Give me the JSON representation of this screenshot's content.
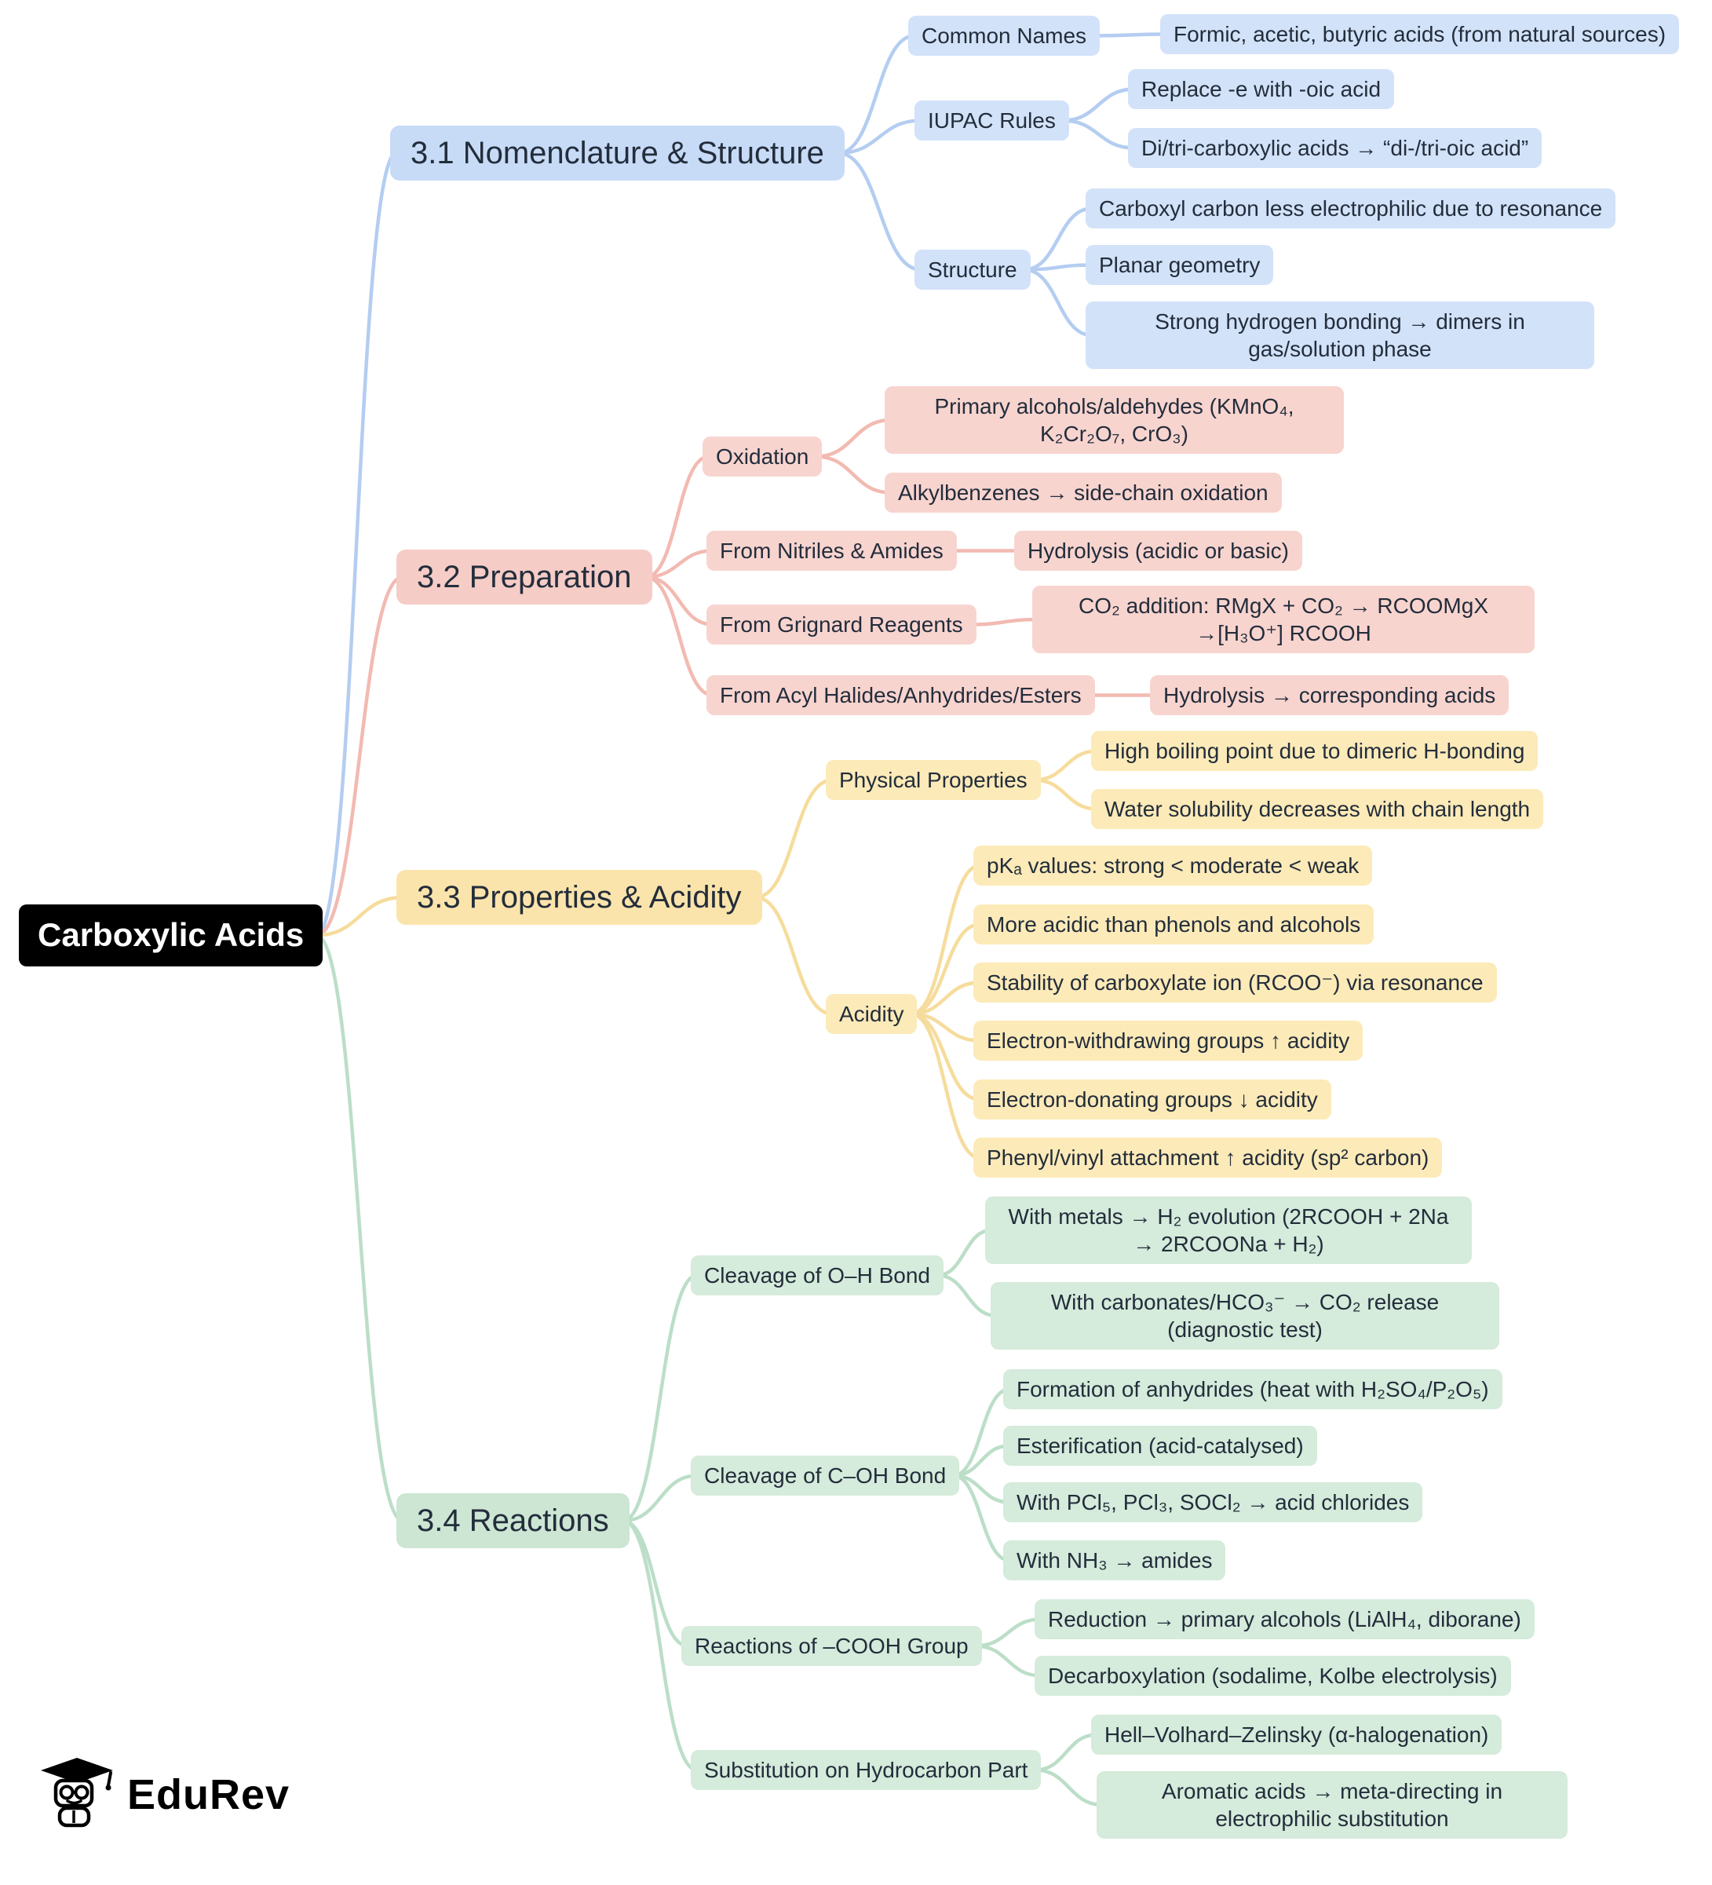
{
  "root": {
    "label": "Carboxylic Acids",
    "bg": "#000000",
    "fg": "#ffffff"
  },
  "branches": [
    {
      "label": "3.1 Nomenclature & Structure",
      "colors": {
        "title": "#c7dbf7",
        "node": "#d2e2f9",
        "line": "#b4cdf1"
      },
      "children": [
        {
          "label": "Common Names",
          "leaves": [
            "Formic, acetic, butyric acids (from natural sources)"
          ]
        },
        {
          "label": "IUPAC Rules",
          "leaves": [
            "Replace -e with -oic acid",
            "Di/tri-carboxylic acids → “di-/tri-oic acid”"
          ]
        },
        {
          "label": "Structure",
          "leaves": [
            "Carboxyl carbon less electrophilic due to resonance",
            "Planar geometry",
            "Strong hydrogen bonding → dimers in gas/solution phase"
          ]
        }
      ]
    },
    {
      "label": "3.2 Preparation",
      "colors": {
        "title": "#f6ccc6",
        "node": "#f8d4cf",
        "line": "#f2bab2"
      },
      "children": [
        {
          "label": "Oxidation",
          "leaves": [
            "Primary alcohols/aldehydes (KMnO₄, K₂Cr₂O₇, CrO₃)",
            "Alkylbenzenes → side-chain oxidation"
          ]
        },
        {
          "label": "From Nitriles & Amides",
          "leaves": [
            "Hydrolysis (acidic or basic)"
          ]
        },
        {
          "label": "From Grignard Reagents",
          "leaves": [
            "CO₂ addition: RMgX + CO₂ → RCOOMgX →[H₃O⁺] RCOOH"
          ]
        },
        {
          "label": "From Acyl Halides/Anhydrides/Esters",
          "leaves": [
            "Hydrolysis → corresponding acids"
          ]
        }
      ]
    },
    {
      "label": "3.3 Properties & Acidity",
      "colors": {
        "title": "#fbe4ab",
        "node": "#fceab8",
        "line": "#f6dc9c"
      },
      "children": [
        {
          "label": "Physical Properties",
          "leaves": [
            "High boiling point due to dimeric H-bonding",
            "Water solubility decreases with chain length"
          ]
        },
        {
          "label": "Acidity",
          "leaves": [
            "pKₐ values: strong < moderate < weak",
            "More acidic than phenols and alcohols",
            "Stability of carboxylate ion (RCOO⁻) via resonance",
            "Electron-withdrawing groups ↑ acidity",
            "Electron-donating groups ↓ acidity",
            "Phenyl/vinyl attachment ↑ acidity (sp² carbon)"
          ]
        }
      ]
    },
    {
      "label": "3.4 Reactions",
      "colors": {
        "title": "#cce6d3",
        "node": "#d5ebdb",
        "line": "#bcdec8"
      },
      "children": [
        {
          "label": "Cleavage of O–H Bond",
          "leaves": [
            "With metals → H₂ evolution (2RCOOH + 2Na → 2RCOONa + H₂)",
            "With carbonates/HCO₃⁻ → CO₂ release (diagnostic test)"
          ]
        },
        {
          "label": "Cleavage of C–OH Bond",
          "leaves": [
            "Formation of anhydrides (heat with H₂SO₄/P₂O₅)",
            "Esterification (acid-catalysed)",
            "With PCl₅, PCl₃, SOCl₂ → acid chlorides",
            "With NH₃ → amides"
          ]
        },
        {
          "label": "Reactions of –COOH Group",
          "leaves": [
            "Reduction → primary alcohols (LiAlH₄, diborane)",
            "Decarboxylation (sodalime, Kolbe electrolysis)"
          ]
        },
        {
          "label": "Substitution on Hydrocarbon Part",
          "leaves": [
            "Hell–Volhard–Zelinsky (α-halogenation)",
            "Aromatic acids → meta-directing in electrophilic substitution"
          ]
        }
      ]
    }
  ],
  "logo": {
    "text": "EduRev"
  }
}
